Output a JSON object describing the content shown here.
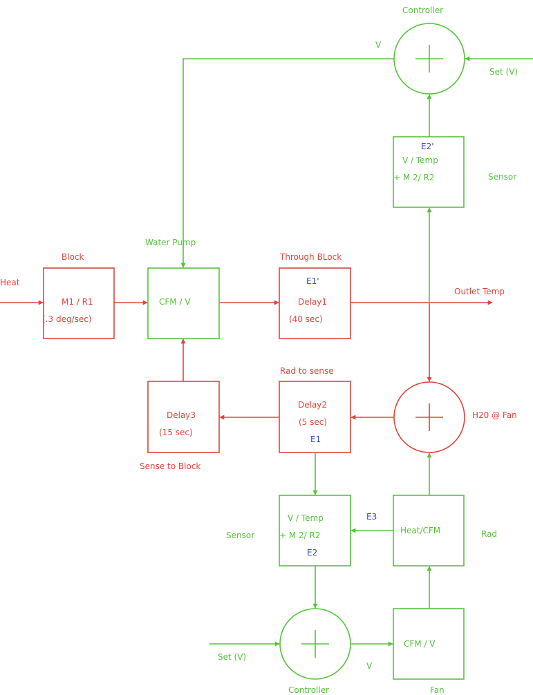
{
  "colors": {
    "red": "#e0443a",
    "green": "#56c23b",
    "blue": "#3a46b8"
  },
  "labels": {
    "heat": "Heat",
    "block": "Block",
    "block_line1": "M1 / R1",
    "block_line2": "(.3 deg/sec)",
    "water_pump": "Water Pump",
    "pump_text": "CFM / V",
    "through_block": "Through BLock",
    "e1_prime": "E1'",
    "delay1": "Delay1",
    "delay1_time": "(40 sec)",
    "outlet_temp": "Outlet Temp",
    "controller_top": "Controller",
    "v_top": "V",
    "set_v_top": "Set (V)",
    "e2_prime": "E2'",
    "sensor_top_line1": "V / Temp",
    "sensor_top_line2": "+ M 2/ R2",
    "sensor_top_label": "Sensor",
    "rad_to_sense": "Rad to sense",
    "delay2": "Delay2",
    "delay2_time": "(5 sec)",
    "e1": "E1",
    "h2o_fan": "H20 @ Fan",
    "delay3": "Delay3",
    "delay3_time": "(15 sec)",
    "sense_to_block": "Sense to Block",
    "sensor_bottom_line1": "V / Temp",
    "sensor_bottom_line2": "+ M 2/ R2",
    "e2": "E2",
    "sensor_bottom_label": "Sensor",
    "e3": "E3",
    "rad_text": "Heat/CFM",
    "rad_label": "Rad",
    "set_v_bottom": "Set (V)",
    "v_bottom": "V",
    "controller_bottom": "Controller",
    "fan_text": "CFM / V",
    "fan_label": "Fan"
  }
}
